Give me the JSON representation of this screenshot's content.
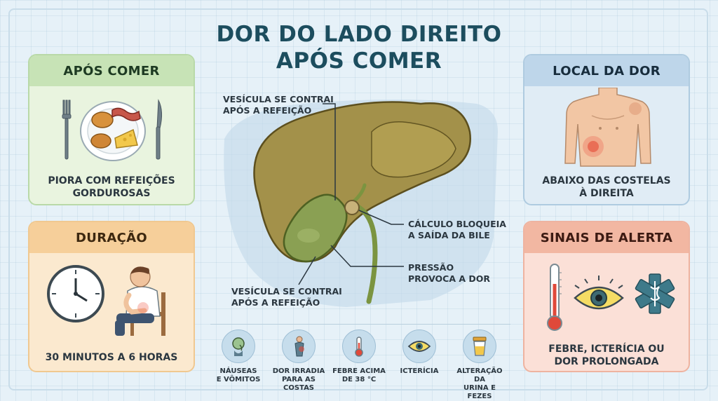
{
  "title": {
    "line1": "DOR DO LADO DIREITO",
    "line2": "APÓS COMER"
  },
  "cards": {
    "after_eating": {
      "heading": "APÓS COMER",
      "text": "PIORA COM REFEIÇÕES\nGORDUROSAS"
    },
    "duration": {
      "heading": "DURAÇÃO",
      "text": "30 MINUTOS A 6 HORAS"
    },
    "pain_location": {
      "heading": "LOCAL DA DOR",
      "text": "ABAIXO DAS COSTELAS\nÀ DIREITA"
    },
    "warning_signs": {
      "heading": "SINAIS DE ALERTA",
      "text": "FEBRE, ICTERÍCIA OU\nDOR PROLONGADA"
    }
  },
  "diagram": {
    "label_top": "VESÍCULA SE CONTRAI\nAPÓS A REFEIÇÃO",
    "label_stone": "CÁLCULO BLOQUEIA\nA SAÍDA DA BILE",
    "label_pressure": "PRESSÃO\nPROVOCA A DOR",
    "label_bottom": "VESÍCULA SE CONTRAI\nAPÓS A REFEIÇÃO"
  },
  "symptoms": [
    {
      "label": "NÁUSEAS\nE VÔMITOS",
      "icon": "nausea-icon"
    },
    {
      "label": "DOR IRRADIA\nPARA AS COSTAS",
      "icon": "back-pain-icon"
    },
    {
      "label": "FEBRE ACIMA\nDE 38 °C",
      "icon": "thermometer-icon"
    },
    {
      "label": "ICTERÍCIA",
      "icon": "eye-icon"
    },
    {
      "label": "ALTERAÇÃO DA\nURINA E FEZES",
      "icon": "urine-cup-icon"
    }
  ],
  "colors": {
    "title": "#1c4d5e",
    "green_card": "#c7e3b6",
    "orange_card": "#f6cf9a",
    "blue_card": "#bed6ea",
    "red_card": "#f2b7a2",
    "liver": "#a3914a",
    "gallbladder": "#8aa053"
  }
}
